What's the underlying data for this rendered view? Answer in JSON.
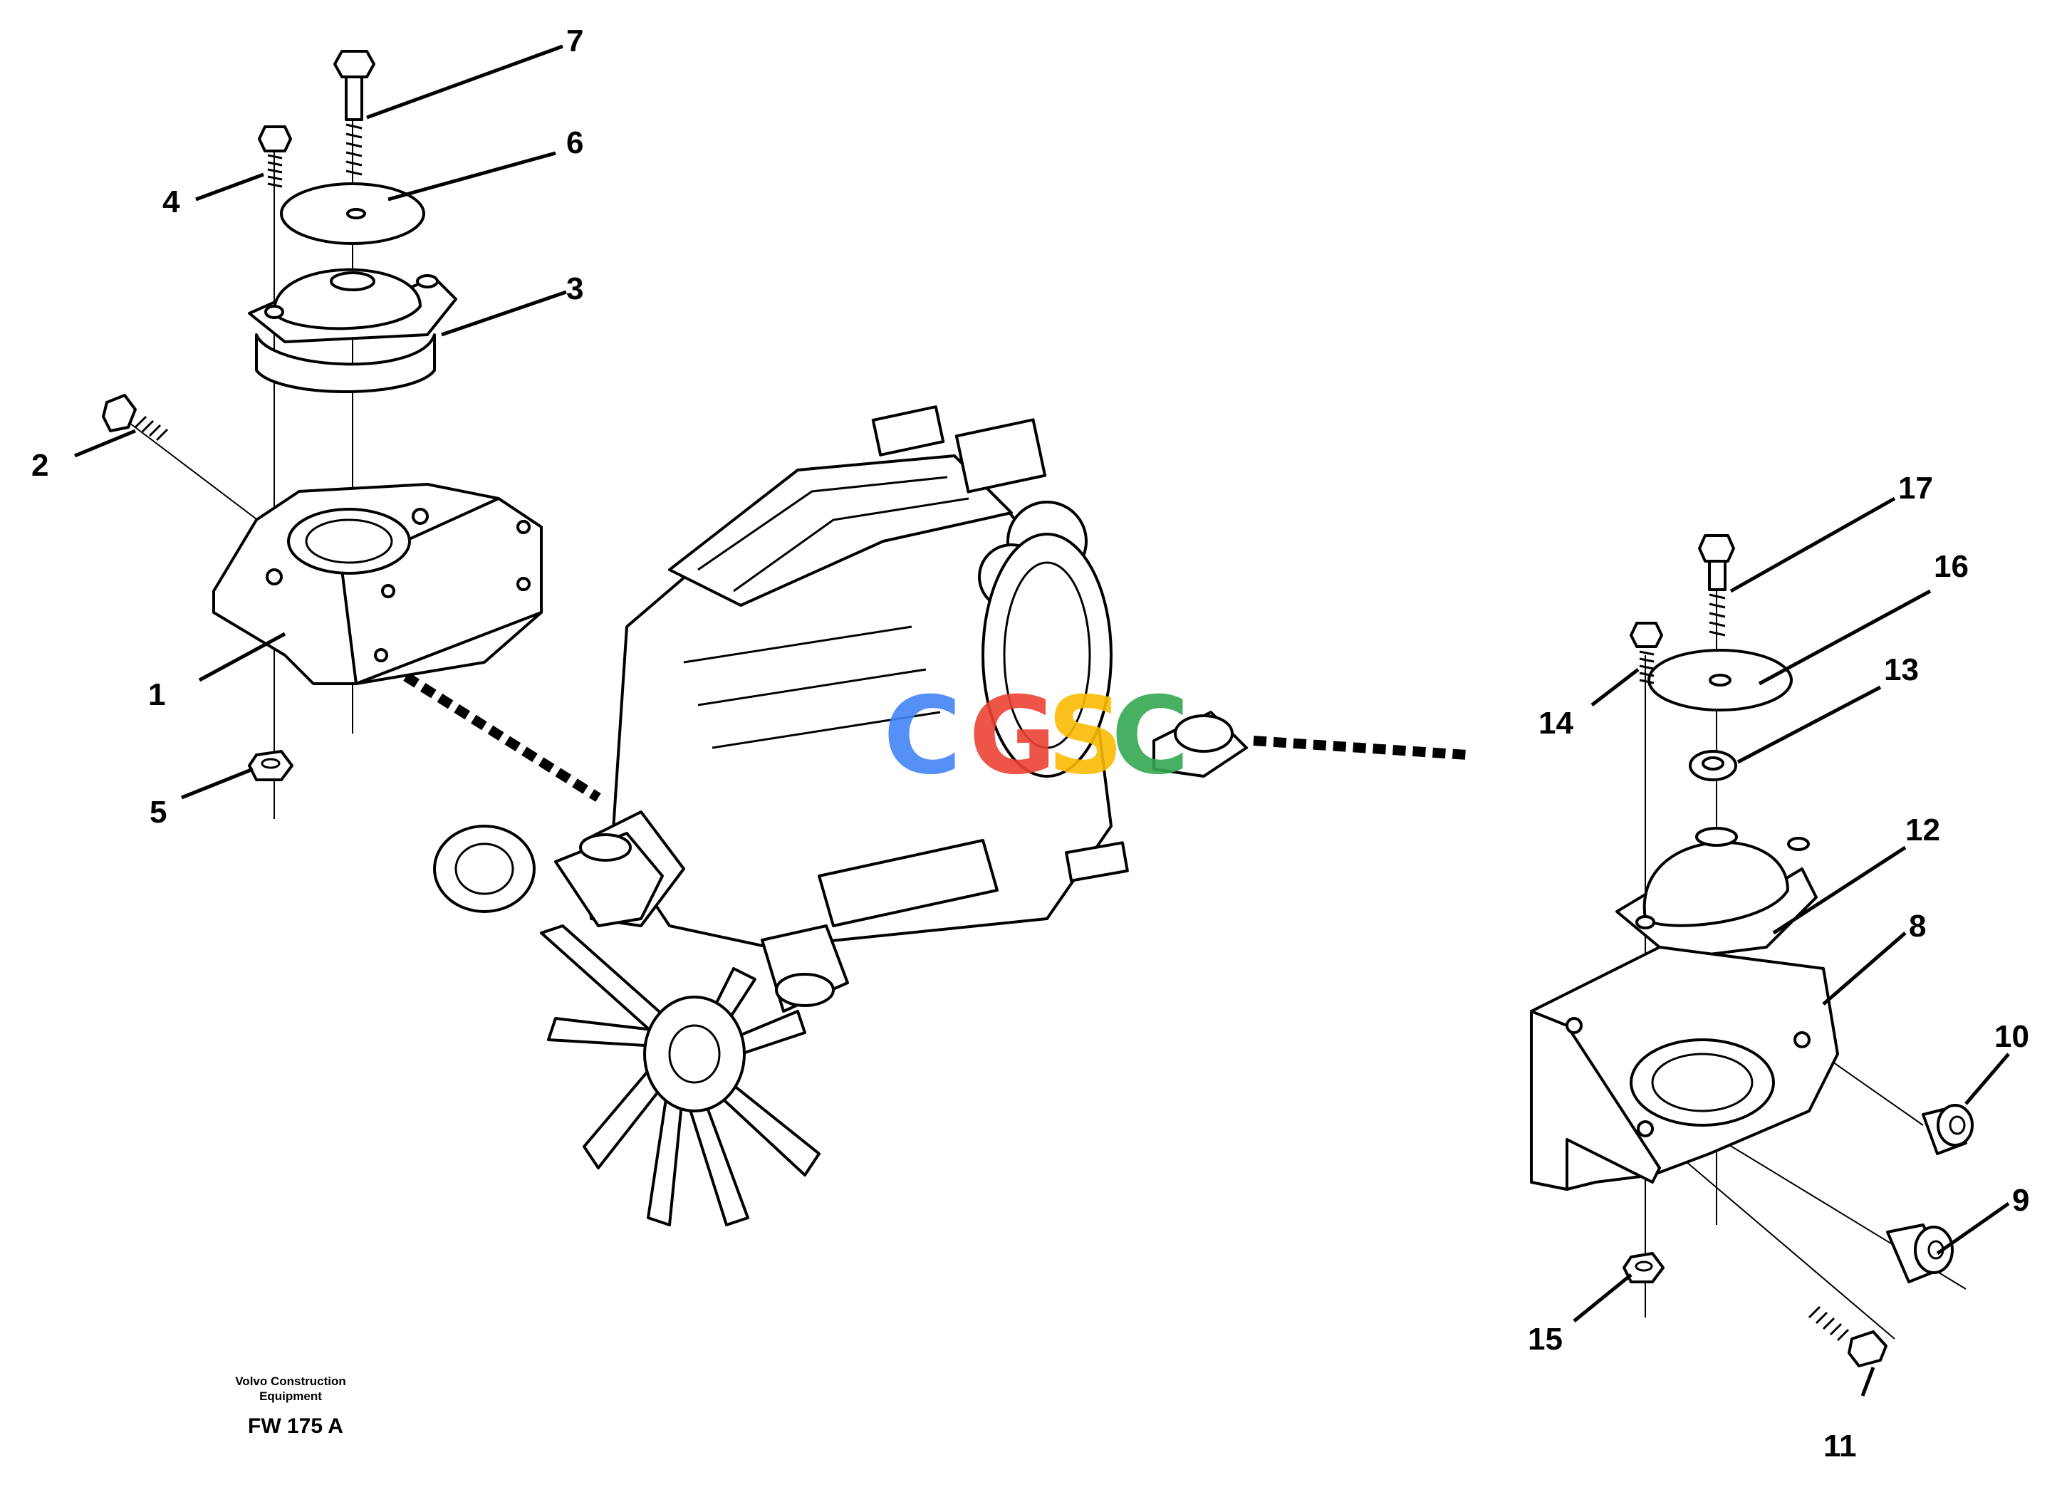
{
  "diagram": {
    "callouts": [
      {
        "id": "c1",
        "label": "1"
      },
      {
        "id": "c2",
        "label": "2"
      },
      {
        "id": "c3",
        "label": "3"
      },
      {
        "id": "c4",
        "label": "4"
      },
      {
        "id": "c5",
        "label": "5"
      },
      {
        "id": "c6",
        "label": "6"
      },
      {
        "id": "c7",
        "label": "7"
      },
      {
        "id": "c8",
        "label": "8"
      },
      {
        "id": "c9",
        "label": "9"
      },
      {
        "id": "c10",
        "label": "10"
      },
      {
        "id": "c11",
        "label": "11"
      },
      {
        "id": "c12",
        "label": "12"
      },
      {
        "id": "c13",
        "label": "13"
      },
      {
        "id": "c14",
        "label": "14"
      },
      {
        "id": "c15",
        "label": "15"
      },
      {
        "id": "c16",
        "label": "16"
      },
      {
        "id": "c17",
        "label": "17"
      }
    ]
  },
  "footer": {
    "maker_line1": "Volvo Construction",
    "maker_line2": "Equipment",
    "code": "FW 175 A"
  },
  "watermark": {
    "letters": [
      "C",
      "G",
      "S",
      "C"
    ],
    "colors": [
      "#4285F4",
      "#EA4335",
      "#FBBC05",
      "#34A853"
    ]
  }
}
